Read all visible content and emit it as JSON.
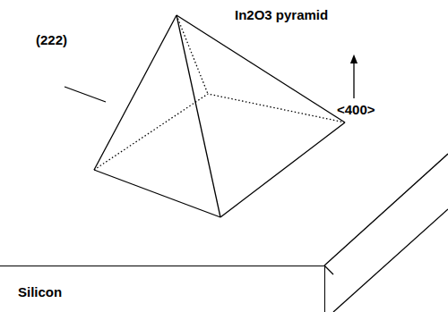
{
  "diagram": {
    "nodes": [
      {
        "text": [
          "Silicon"
        ]
      }
    ],
    "labels": [
      "In2O3 pyramid",
      "(222)",
      "<400>"
    ]
  }
}
